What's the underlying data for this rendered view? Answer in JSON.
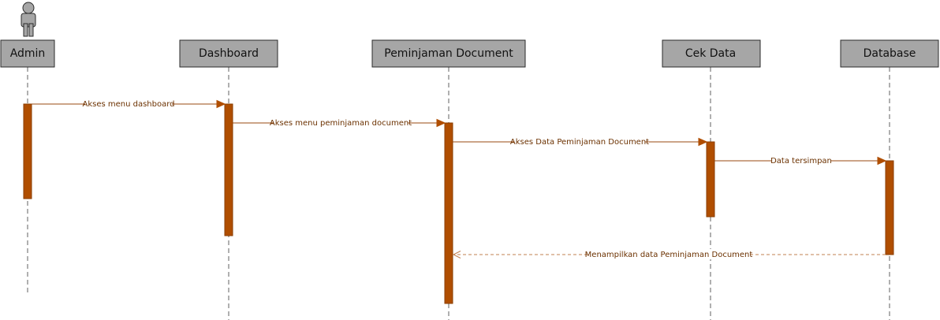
{
  "diagram": {
    "type": "sequence",
    "actor": {
      "name": "Admin",
      "icon": "person-icon"
    },
    "lifelines": [
      {
        "id": "admin",
        "label": "Admin",
        "kind": "actor"
      },
      {
        "id": "dashboard",
        "label": "Dashboard",
        "kind": "object"
      },
      {
        "id": "peminjaman",
        "label": "Peminjaman Document",
        "kind": "object"
      },
      {
        "id": "cekdata",
        "label": "Cek Data",
        "kind": "object"
      },
      {
        "id": "database",
        "label": "Database",
        "kind": "object"
      }
    ],
    "messages": [
      {
        "from": "admin",
        "to": "dashboard",
        "label": "Akses menu dashboard",
        "style": "sync"
      },
      {
        "from": "dashboard",
        "to": "peminjaman",
        "label": "Akses menu peminjaman document",
        "style": "sync"
      },
      {
        "from": "peminjaman",
        "to": "cekdata",
        "label": "Akses Data Peminjaman Document",
        "style": "sync"
      },
      {
        "from": "cekdata",
        "to": "database",
        "label": "Data tersimpan",
        "style": "sync"
      },
      {
        "from": "database",
        "to": "peminjaman",
        "label": "Menampilkan data Peminjaman Document",
        "style": "return"
      }
    ],
    "colors": {
      "activation": "#b04e00",
      "message_line": "#9a4a10",
      "return_line": "#c08050",
      "lifeline_box": "#a6a6a6",
      "label_text": "#6b3100"
    }
  }
}
